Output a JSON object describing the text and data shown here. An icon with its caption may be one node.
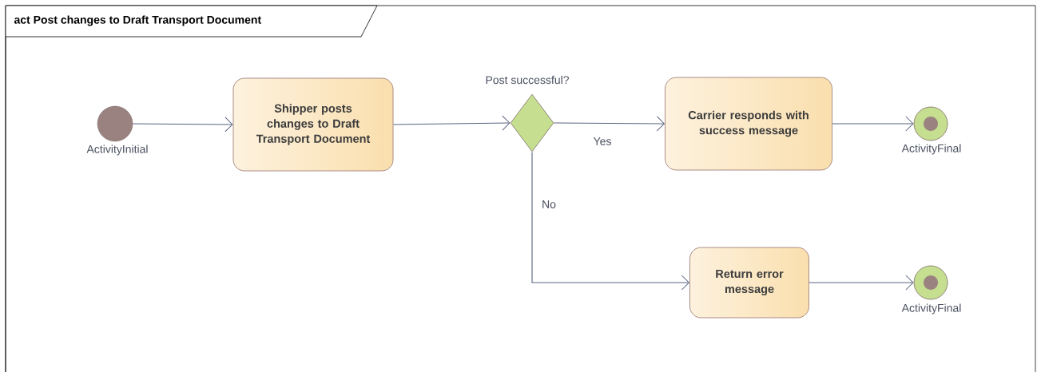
{
  "diagram": {
    "title": "act Post changes to Draft Transport Document",
    "nodes": [
      {
        "text": [],
        "shape": "circle",
        "beside": [
          "ActivityInitial"
        ]
      },
      {
        "text": [
          "Shipper posts changes to Draft Transport Document"
        ]
      },
      {
        "text": [],
        "shape": "diamond",
        "beside": [
          "Post successful?"
        ]
      },
      {
        "text": [
          "Carrier responds with success message"
        ]
      },
      {
        "text": [],
        "shape": "bullseye",
        "beside": [
          "ActivityFinal"
        ]
      },
      {
        "text": [
          "Return error message"
        ]
      },
      {
        "text": [],
        "shape": "bullseye",
        "beside": [
          "ActivityFinal"
        ]
      }
    ],
    "edges": [
      {
        "from": 0,
        "to": 1,
        "arrow": "to"
      },
      {
        "from": 1,
        "to": 2,
        "arrow": "to"
      },
      {
        "from": 2,
        "to": 3,
        "arrow": "to",
        "label": "Yes"
      },
      {
        "from": 3,
        "to": 4,
        "arrow": "to"
      },
      {
        "from": 2,
        "to": 5,
        "arrow": "to",
        "label": "No"
      },
      {
        "from": 5,
        "to": 6,
        "arrow": "to"
      }
    ]
  }
}
